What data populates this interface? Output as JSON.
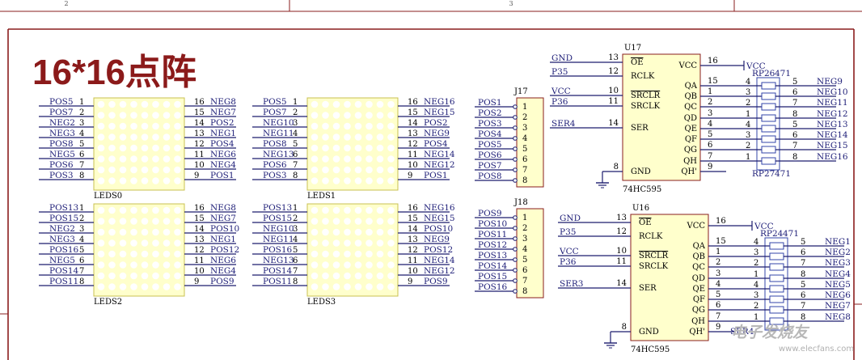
{
  "colors": {
    "wire": "#1c1c6e",
    "body": "#ffffcc",
    "bodyStroke": "#8a1d1d",
    "border": "#8a1d1d",
    "resistor": "#3344aa",
    "title": "#8b1a1a"
  },
  "title": "16*16点阵",
  "grid": {
    "col_a": "2",
    "col_b": "3"
  },
  "watermark": "电子发烧友",
  "watermark_url": "www.elecfans.com",
  "matrices": [
    {
      "name": "LEDS0",
      "left": [
        "POS5",
        "POS7",
        "NEG2",
        "NEG3",
        "POS8",
        "NEG5",
        "POS6",
        "POS3"
      ],
      "right": [
        "NEG8",
        "NEG7",
        "POS2",
        "NEG1",
        "POS4",
        "NEG6",
        "NEG4",
        "POS1"
      ]
    },
    {
      "name": "LEDS1",
      "left": [
        "POS5",
        "POS7",
        "NEG10",
        "NEG11",
        "POS8",
        "NEG13",
        "POS6",
        "POS3"
      ],
      "right": [
        "NEG16",
        "NEG15",
        "POS2",
        "NEG9",
        "POS4",
        "NEG14",
        "NEG12",
        "POS1"
      ]
    },
    {
      "name": "LEDS2",
      "left": [
        "POS13",
        "POS15",
        "NEG2",
        "NEG3",
        "POS16",
        "NEG5",
        "POS14",
        "POS11"
      ],
      "right": [
        "NEG8",
        "NEG7",
        "POS10",
        "NEG1",
        "POS12",
        "NEG6",
        "NEG4",
        "POS9"
      ]
    },
    {
      "name": "LEDS3",
      "left": [
        "POS13",
        "POS15",
        "NEG10",
        "NEG11",
        "POS16",
        "NEG13",
        "POS14",
        "POS11"
      ],
      "right": [
        "NEG16",
        "NEG15",
        "POS10",
        "NEG9",
        "POS12",
        "NEG14",
        "NEG12",
        "POS9"
      ]
    }
  ],
  "headers": [
    {
      "name": "J17",
      "nets": [
        "POS1",
        "POS2",
        "POS3",
        "POS4",
        "POS5",
        "POS6",
        "POS7",
        "POS8"
      ]
    },
    {
      "name": "J18",
      "nets": [
        "POS9",
        "POS10",
        "POS11",
        "POS12",
        "POS13",
        "POS14",
        "POS15",
        "POS16"
      ]
    }
  ],
  "shift_regs": [
    {
      "ref": "U17",
      "part": "74HC595",
      "oe_net": "GND",
      "rclk_net": "P35",
      "srclr_net": "VCC",
      "srclk_net": "P36",
      "ser_net": "SER4",
      "vcc": "VCC",
      "qh_out": "",
      "rp_top": "RP26",
      "rp_bot": "RP27",
      "rp_val": "471",
      "rp_top_pins": [
        "4",
        "3",
        "2",
        "1"
      ],
      "rp_bot_pins": [
        "4",
        "3",
        "2",
        "1"
      ],
      "out_pins": [
        "5",
        "6",
        "7",
        "8",
        "5",
        "6",
        "7",
        "8"
      ],
      "outputs": [
        "NEG9",
        "NEG10",
        "NEG11",
        "NEG12",
        "NEG13",
        "NEG14",
        "NEG15",
        "NEG16"
      ]
    },
    {
      "ref": "U16",
      "part": "74HC595",
      "oe_net": "GND",
      "rclk_net": "P35",
      "srclr_net": "VCC",
      "srclk_net": "P36",
      "ser_net": "SER3",
      "vcc": "VCC",
      "qh_out": "SER4",
      "rp_top": "RP24",
      "rp_bot": "",
      "rp_val": "471",
      "rp_top_pins": [
        "4",
        "3",
        "2",
        "1"
      ],
      "rp_bot_pins": [
        "4",
        "3",
        "2",
        "1"
      ],
      "out_pins": [
        "5",
        "6",
        "7",
        "8",
        "5",
        "6",
        "7",
        "8"
      ],
      "outputs": [
        "NEG1",
        "NEG2",
        "NEG3",
        "NEG4",
        "NEG5",
        "NEG6",
        "NEG7",
        "NEG8"
      ]
    }
  ],
  "ic_pins": {
    "left_names": [
      "OE",
      "RCLK",
      "SRCLR",
      "SRCLK",
      "SER",
      "GND"
    ],
    "left_nums": [
      "13",
      "12",
      "10",
      "11",
      "14",
      "8"
    ],
    "right_names": [
      "VCC",
      "QA",
      "QB",
      "QC",
      "QD",
      "QE",
      "QF",
      "QG",
      "QH",
      "QH'"
    ],
    "right_nums": [
      "16",
      "15",
      "1",
      "2",
      "3",
      "4",
      "5",
      "6",
      "7",
      "9"
    ]
  }
}
